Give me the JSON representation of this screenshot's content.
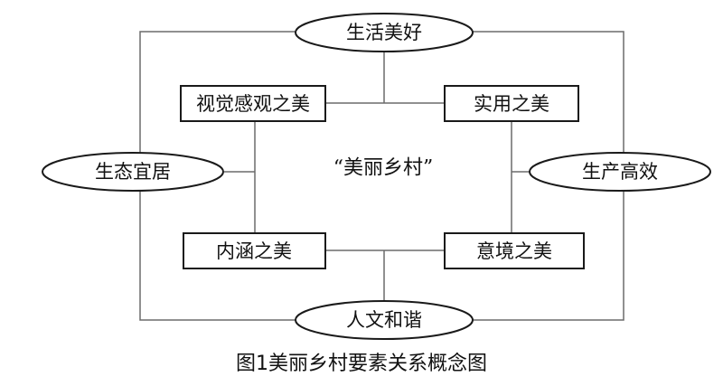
{
  "diagram": {
    "center": "“美丽乡村”",
    "ellipses": {
      "top": "生活美好",
      "left": "生态宜居",
      "right": "生产高效",
      "bottom": "人文和谐"
    },
    "boxes": {
      "top_left": "视觉感观之美",
      "top_right": "实用之美",
      "bottom_left": "内涵之美",
      "bottom_right": "意境之美"
    }
  },
  "caption": "图1美丽乡村要素关系概念图"
}
